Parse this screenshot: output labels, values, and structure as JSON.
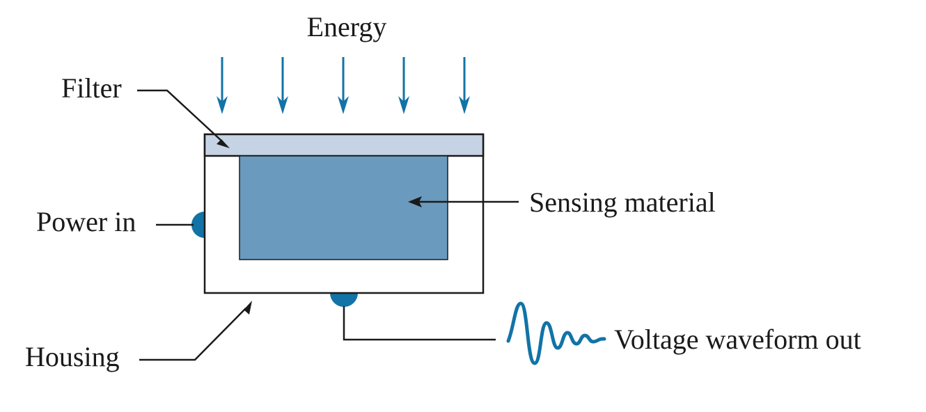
{
  "labels": {
    "energy": "Energy",
    "filter": "Filter",
    "power_in": "Power in",
    "housing": "Housing",
    "sensing_material": "Sensing material",
    "voltage_out": "Voltage waveform out"
  },
  "colors": {
    "arrow_blue": "#1273a6",
    "filter_fill": "#c5d3e4",
    "sensing_fill": "#6a9abd",
    "connector": "#1273a6",
    "line": "#1a1a1a"
  }
}
